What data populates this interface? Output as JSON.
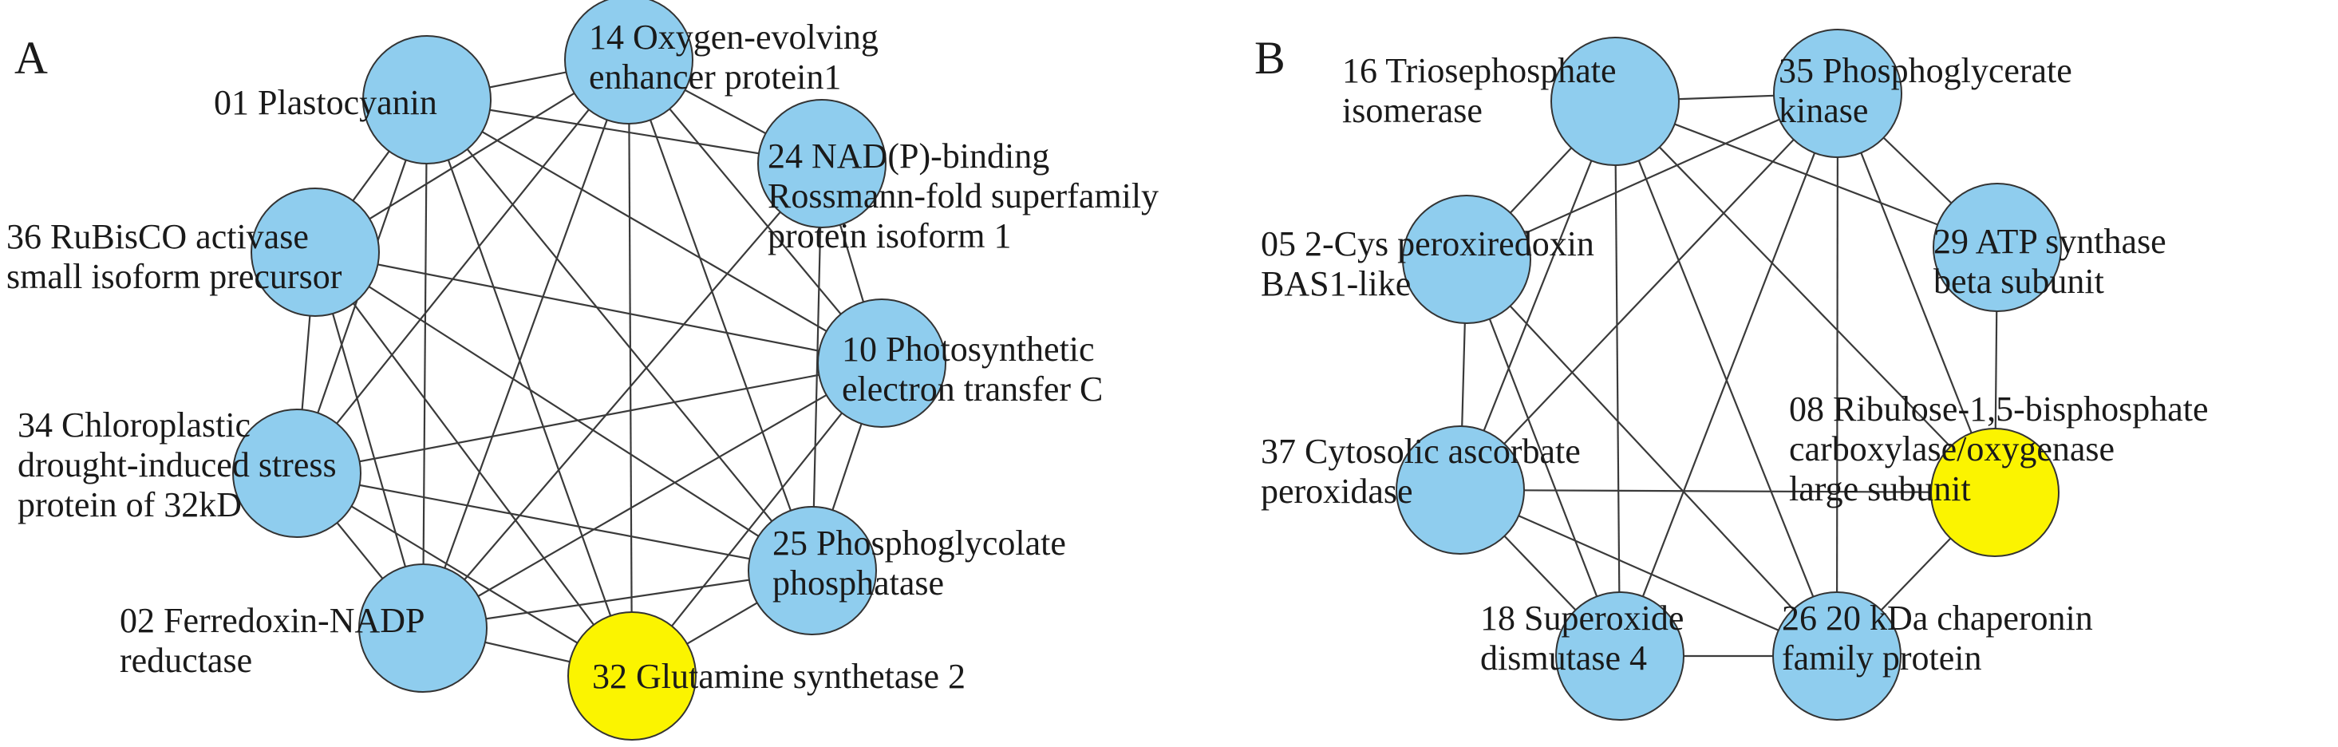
{
  "colors": {
    "default_node": "#8fcdee",
    "highlight_node": "#fbf400",
    "edge": "#3a3a3a",
    "text": "#1a1a1a"
  },
  "panels": [
    {
      "id": "A",
      "label": "A",
      "nodes": [
        {
          "id": "01",
          "label": [
            "01 Plastocyanin"
          ],
          "highlight": false
        },
        {
          "id": "14",
          "label": [
            "14 Oxygen-evolving",
            "enhancer protein1"
          ],
          "highlight": false
        },
        {
          "id": "24",
          "label": [
            "24 NAD(P)-binding",
            "Rossmann-fold superfamily",
            "protein isoform 1"
          ],
          "highlight": false
        },
        {
          "id": "36",
          "label": [
            "36 RuBisCO activase",
            "small isoform precursor"
          ],
          "highlight": false
        },
        {
          "id": "10",
          "label": [
            "10 Photosynthetic",
            "electron transfer C"
          ],
          "highlight": false
        },
        {
          "id": "34",
          "label": [
            "34 Chloroplastic",
            "drought-induced stress",
            "protein of 32kD"
          ],
          "highlight": false
        },
        {
          "id": "25",
          "label": [
            "25 Phosphoglycolate",
            "phosphatase"
          ],
          "highlight": false
        },
        {
          "id": "02",
          "label": [
            "02 Ferredoxin-NADP",
            "reductase"
          ],
          "highlight": false
        },
        {
          "id": "32",
          "label": [
            "32 Glutamine synthetase 2"
          ],
          "highlight": true
        }
      ],
      "edges": [
        [
          "01",
          "14"
        ],
        [
          "01",
          "24"
        ],
        [
          "01",
          "36"
        ],
        [
          "01",
          "34"
        ],
        [
          "01",
          "02"
        ],
        [
          "01",
          "32"
        ],
        [
          "01",
          "25"
        ],
        [
          "01",
          "10"
        ],
        [
          "14",
          "24"
        ],
        [
          "14",
          "36"
        ],
        [
          "14",
          "34"
        ],
        [
          "14",
          "02"
        ],
        [
          "14",
          "32"
        ],
        [
          "14",
          "25"
        ],
        [
          "14",
          "10"
        ],
        [
          "24",
          "10"
        ],
        [
          "24",
          "25"
        ],
        [
          "24",
          "02"
        ],
        [
          "36",
          "34"
        ],
        [
          "36",
          "10"
        ],
        [
          "36",
          "02"
        ],
        [
          "36",
          "32"
        ],
        [
          "36",
          "25"
        ],
        [
          "10",
          "34"
        ],
        [
          "10",
          "02"
        ],
        [
          "10",
          "32"
        ],
        [
          "10",
          "25"
        ],
        [
          "34",
          "02"
        ],
        [
          "34",
          "25"
        ],
        [
          "34",
          "32"
        ],
        [
          "02",
          "32"
        ],
        [
          "02",
          "25"
        ],
        [
          "32",
          "25"
        ]
      ]
    },
    {
      "id": "B",
      "label": "B",
      "nodes": [
        {
          "id": "16",
          "label": [
            "16 Triosephosphate",
            "isomerase"
          ],
          "highlight": false
        },
        {
          "id": "35",
          "label": [
            "35 Phosphoglycerate",
            "kinase"
          ],
          "highlight": false
        },
        {
          "id": "05",
          "label": [
            "05 2-Cys peroxiredoxin",
            "BAS1-like"
          ],
          "highlight": false
        },
        {
          "id": "29",
          "label": [
            "29 ATP synthase",
            "beta subunit"
          ],
          "highlight": false
        },
        {
          "id": "37",
          "label": [
            "37 Cytosolic ascorbate",
            "peroxidase"
          ],
          "highlight": false
        },
        {
          "id": "08",
          "label": [
            "08 Ribulose-1,5-bisphosphate",
            "carboxylase/oxygenase",
            "large subunit"
          ],
          "highlight": true
        },
        {
          "id": "18",
          "label": [
            "18 Superoxide",
            "dismutase 4"
          ],
          "highlight": false
        },
        {
          "id": "26",
          "label": [
            "26 20 kDa chaperonin",
            "family protein"
          ],
          "highlight": false
        }
      ],
      "edges": [
        [
          "16",
          "35"
        ],
        [
          "16",
          "05"
        ],
        [
          "16",
          "29"
        ],
        [
          "16",
          "37"
        ],
        [
          "16",
          "08"
        ],
        [
          "16",
          "18"
        ],
        [
          "16",
          "26"
        ],
        [
          "35",
          "05"
        ],
        [
          "35",
          "29"
        ],
        [
          "35",
          "37"
        ],
        [
          "35",
          "08"
        ],
        [
          "35",
          "18"
        ],
        [
          "35",
          "26"
        ],
        [
          "05",
          "37"
        ],
        [
          "05",
          "18"
        ],
        [
          "05",
          "26"
        ],
        [
          "29",
          "08"
        ],
        [
          "37",
          "08"
        ],
        [
          "37",
          "18"
        ],
        [
          "37",
          "26"
        ],
        [
          "08",
          "26"
        ],
        [
          "18",
          "26"
        ]
      ]
    }
  ]
}
